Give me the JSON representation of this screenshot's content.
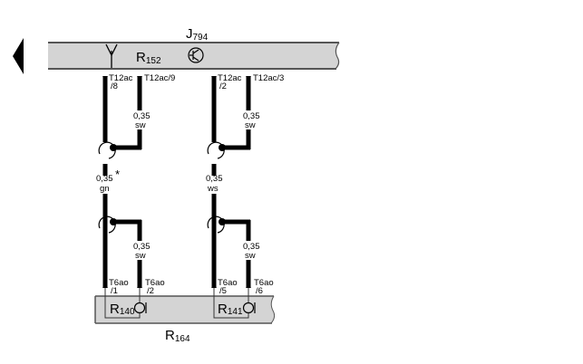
{
  "diagram": {
    "top_component": {
      "label": "J",
      "subscript": "794"
    },
    "antenna": {
      "label": "R",
      "subscript": "152",
      "icon": "antenna-icon"
    },
    "transistor_icon": "transistor-icon",
    "nav_arrow_icon": "left-arrow-icon",
    "bottom_component": {
      "label": "R",
      "subscript": "164"
    },
    "sensor_left": {
      "label": "R",
      "subscript": "140",
      "icon": "sensor-icon"
    },
    "sensor_right": {
      "label": "R",
      "subscript": "141",
      "icon": "sensor-icon"
    },
    "top_connectors": [
      {
        "name": "T12ac",
        "pin": "/8"
      },
      {
        "name": "T12ac/9",
        "pin": ""
      },
      {
        "name": "T12ac",
        "pin": "/2"
      },
      {
        "name": "T12ac/3",
        "pin": ""
      }
    ],
    "bottom_connectors": [
      {
        "name": "T6ao",
        "pin": "/1"
      },
      {
        "name": "T6ao",
        "pin": "/2"
      },
      {
        "name": "T6ao",
        "pin": "/5"
      },
      {
        "name": "T6ao",
        "pin": "/6"
      }
    ],
    "wires": [
      {
        "gauge": "0,35",
        "color": "sw"
      },
      {
        "gauge": "0,35",
        "color": "gn",
        "note": "*"
      },
      {
        "gauge": "0,35",
        "color": "sw"
      },
      {
        "gauge": "0,35",
        "color": "ws"
      },
      {
        "gauge": "0,35",
        "color": "sw"
      }
    ]
  }
}
